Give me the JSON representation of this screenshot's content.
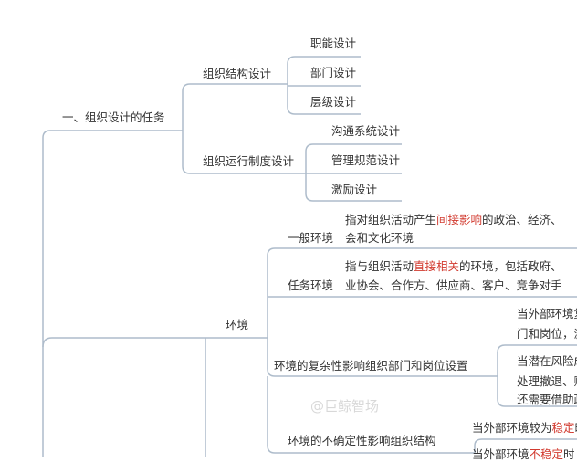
{
  "root": {
    "label": "一、组织设计的任务",
    "children": [
      {
        "label": "组织结构设计",
        "children": [
          "职能设计",
          "部门设计",
          "层级设计"
        ]
      },
      {
        "label": "组织运行制度设计",
        "children": [
          "沟通系统设计",
          "管理规范设计",
          "激励设计"
        ]
      }
    ]
  },
  "env": {
    "label": "环境",
    "general": {
      "label": "一般环境",
      "desc_pre": "指对组织活动产生",
      "desc_hl": "间接影响",
      "desc_post": "的政治、经济、",
      "desc_line2": "会和文化环境"
    },
    "task": {
      "label": "任务环境",
      "desc_pre": "指与组织活动",
      "desc_hl": "直接相关",
      "desc_post": "的环境，包括政府、",
      "desc_line2": "业协会、合作方、供应商、客户、竞争对手"
    },
    "complexity": {
      "label": "环境的复杂性影响组织部门和岗位设置",
      "note1": [
        "当外部环境复",
        "门和岗位，滤"
      ],
      "note2": [
        "当潜在风险成",
        "处理撤退、账",
        "还需要借助政"
      ]
    },
    "uncertainty": {
      "label": "环境的不确定性影响组织结构",
      "stable_pre": "当外部环境较为",
      "stable_hl": "稳定",
      "stable_post": "时",
      "unstable_pre": "当外部环境",
      "unstable_hl": "不稳定",
      "unstable_post": "时"
    }
  },
  "watermark": "@巨鲸智场",
  "colors": {
    "line": "#aebccb",
    "highlight": "#d23a2f"
  }
}
